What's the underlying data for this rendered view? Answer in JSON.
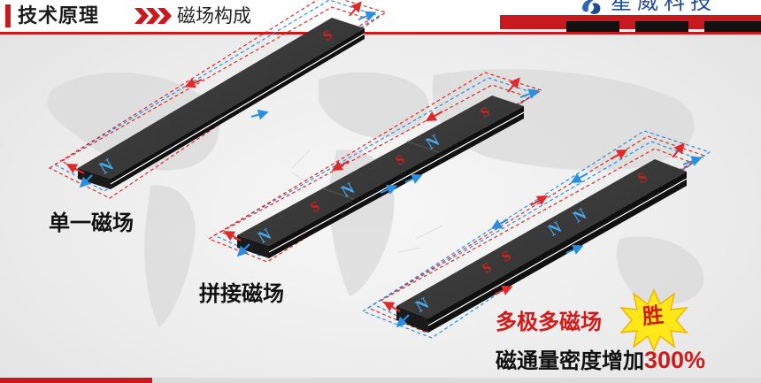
{
  "header": {
    "title": "技术原理",
    "subtitle": "磁场构成",
    "logo_text": "星威科技"
  },
  "labels": {
    "single": "单一磁场",
    "spliced": "拼接磁场",
    "multi": "多极多磁场",
    "flux_prefix": "磁通量密度增加",
    "flux_percent": "300%",
    "burst": "胜"
  },
  "poles": {
    "north": "N",
    "south": "S"
  },
  "colors": {
    "accent_red": "#c9191e",
    "field_red": "#e02a2a",
    "field_blue": "#2a8fe0",
    "magnet_top": "#3a3a3a",
    "pole_blue": "#4aa3e6",
    "pole_red": "#d82020"
  },
  "icons": {
    "chevrons": "double-chevron-right-icon",
    "burst": "starburst-icon",
    "logo": "logo-mark-icon"
  }
}
